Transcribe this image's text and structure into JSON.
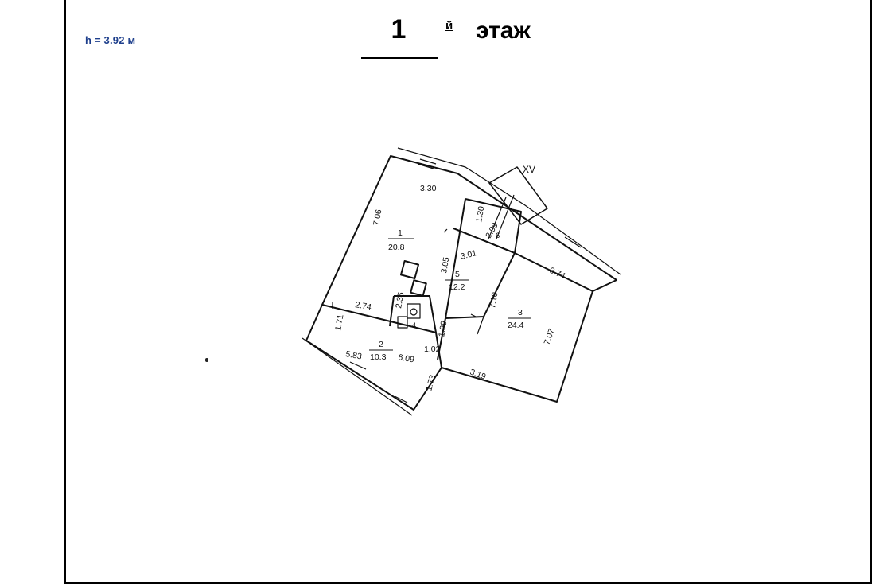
{
  "header": {
    "height_label": "h = 3.92 м",
    "floor_number": "1",
    "floor_suffix": "й",
    "floor_word": "этаж"
  },
  "plan": {
    "section_label": "XV",
    "rooms": [
      {
        "number": "1",
        "area": "20.8"
      },
      {
        "number": "2",
        "area": "10.3"
      },
      {
        "number": "3",
        "area": "24.4"
      },
      {
        "number": "4"
      },
      {
        "number": "5",
        "area": "12.2"
      },
      {
        "number": "6"
      }
    ],
    "dimensions": [
      "3.30",
      "7.06",
      "1.30",
      "2.99",
      "3.05",
      "3.01",
      "2.35",
      "2.74",
      "1.71",
      "1.99",
      "1.02",
      "5.83",
      "6.09",
      "1.73",
      "3.74",
      "7.10",
      "7.07",
      "3.19"
    ]
  }
}
